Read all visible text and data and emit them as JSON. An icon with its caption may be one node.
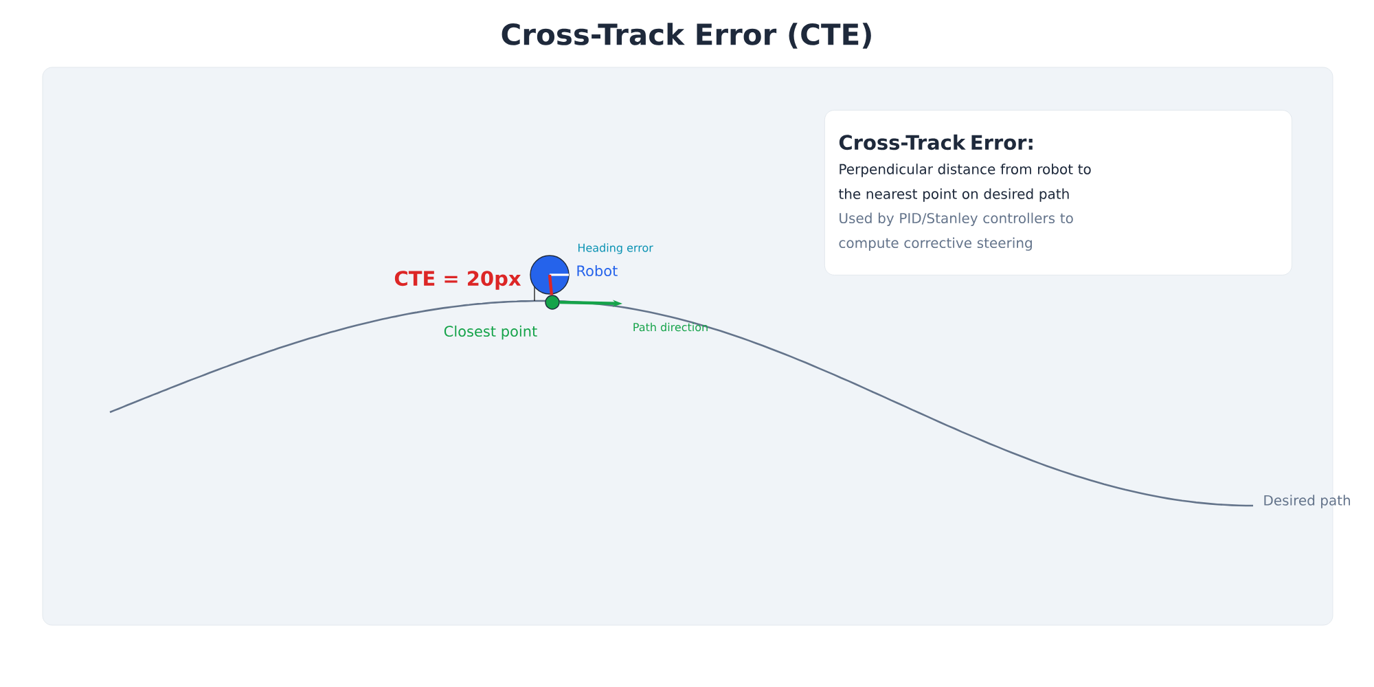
{
  "diagram": {
    "title": "Cross-Track Error (CTE)",
    "nodes": [
      {
        "text": [],
        "shape": "circle",
        "beside": [
          "Robot"
        ]
      },
      {
        "text": [],
        "shape": "circle",
        "beside": [
          "Closest point"
        ]
      },
      {
        "text": [
          "Cross-Track Error:",
          "Perpendicular distance from robot to the nearest point on desired path",
          "Used by PID/Stanley controllers to compute corrective steering"
        ]
      }
    ],
    "edges": [
      {
        "from": 0,
        "to": 1,
        "arrow": "none",
        "color": "#dc2626"
      },
      {
        "from": 1,
        "to": null,
        "arrow": "to",
        "label": "Path direction",
        "color": "#16a34a"
      }
    ],
    "labels": [
      "Heading error",
      "CTE = 20px",
      "Desired path"
    ]
  }
}
